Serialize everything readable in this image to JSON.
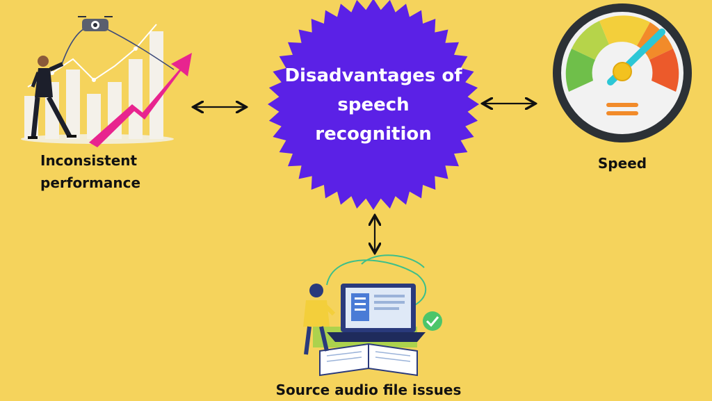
{
  "center": {
    "title_line1": "Disadvantages of",
    "title_line2": "speech",
    "title_line3": "recognition",
    "color": "#5b21e6"
  },
  "nodes": {
    "left_label_line1": "Inconsistent",
    "left_label_line2": "performance",
    "right_label": "Speed",
    "bottom_label": "Source audio file issues"
  },
  "colors": {
    "background": "#f5d35c",
    "arrow": "#111111",
    "accent_pink": "#e8248f",
    "gauge_teal": "#2cc7d6"
  },
  "icons": {
    "left": "business-growth-chart-icon",
    "right": "speedometer-icon",
    "bottom": "laptop-study-icon"
  }
}
